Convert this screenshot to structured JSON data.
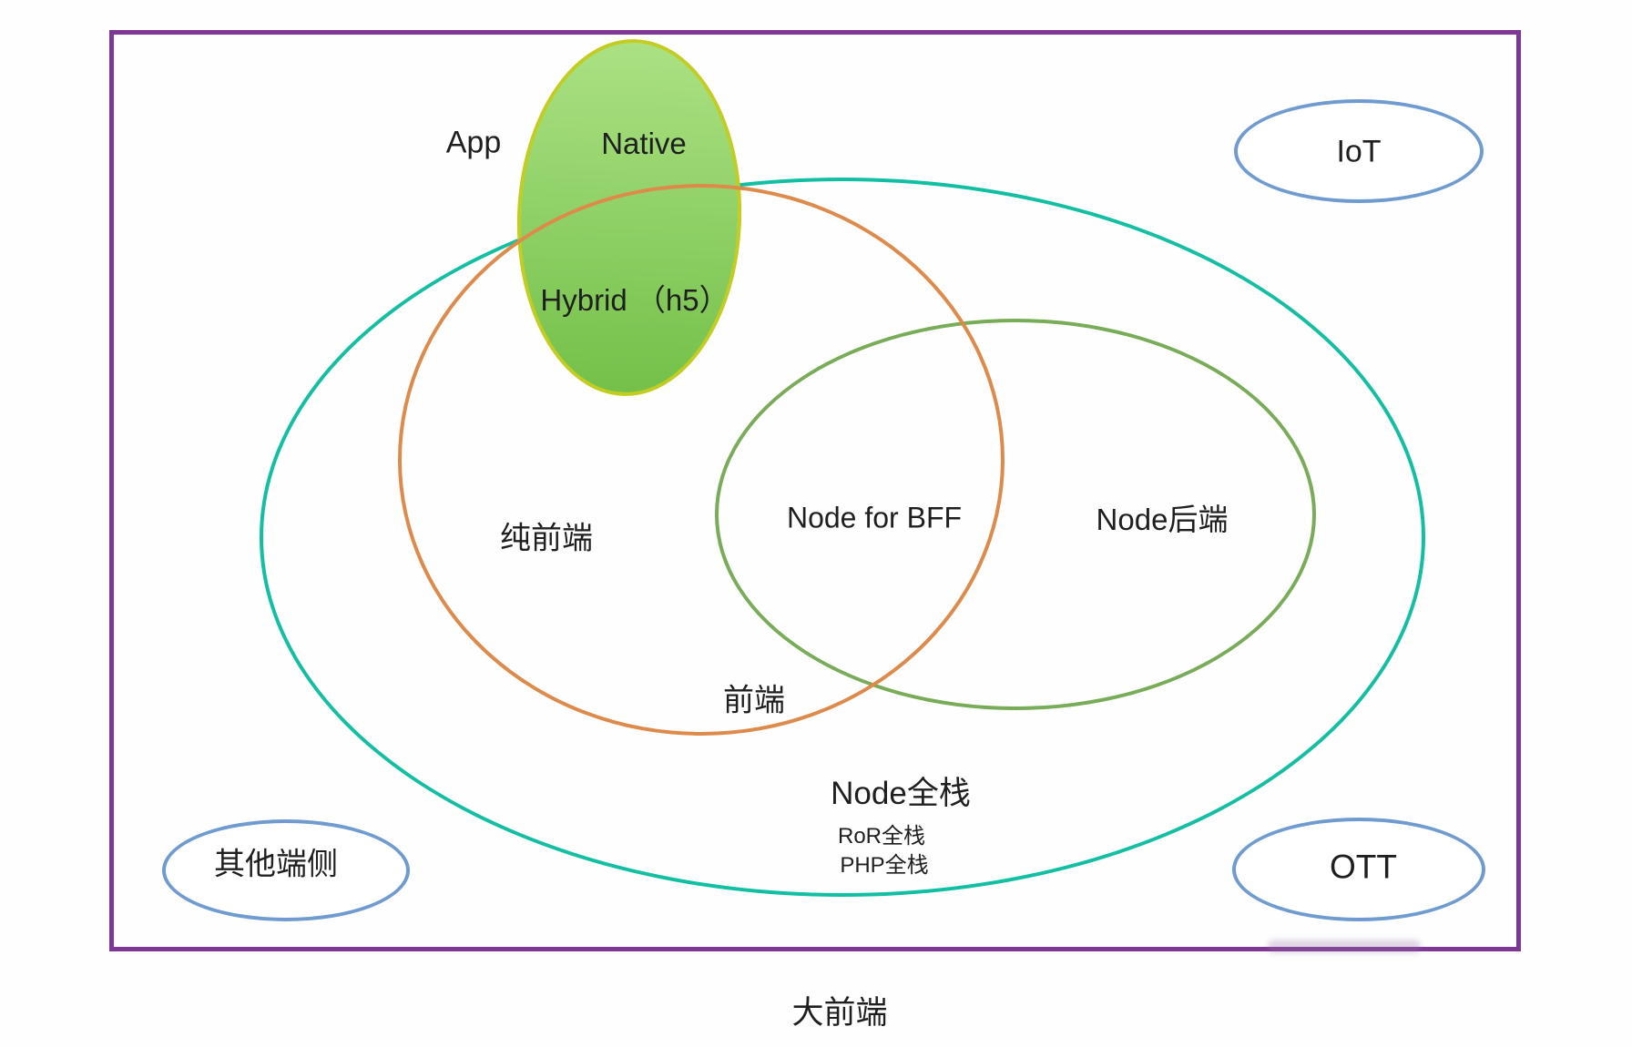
{
  "diagram": {
    "type": "venn-euler",
    "title": "大前端",
    "text_color": "#1f1f1f",
    "sets": {
      "big_frontend_rect": {
        "label": "大前端",
        "border": "#7e3794",
        "description": "outer rectangle containing all sets; label below rectangle"
      },
      "node_fullstack_ellipse": {
        "labels": {
          "main": "Node全栈",
          "ror": "RoR全栈",
          "php": "PHP全栈"
        },
        "border": "#12bfa2",
        "description": "large teal ellipse"
      },
      "frontend_ellipse": {
        "labels": {
          "main": "前端",
          "pure": "纯前端"
        },
        "border": "#de8a4a",
        "description": "orange ellipse inside teal, overlapping app and node-backend ellipses"
      },
      "node_backend_ellipse": {
        "label": "Node后端",
        "border": "#79ac58",
        "description": "green ellipse inside teal, overlapping orange ellipse"
      },
      "bff_intersection": {
        "label": "Node for BFF",
        "description": "label in overlap of orange frontend and green node-backend ellipses"
      },
      "app_ellipse": {
        "labels": {
          "outside": "App",
          "native": "Native",
          "hybrid": "Hybrid （h5）"
        },
        "border": "#c3cd21",
        "fill_top": "#abe183",
        "fill_bottom": "#74c04a",
        "description": "green-filled vertical ellipse at top; Native above orange boundary, Hybrid (h5) below it"
      },
      "iot_ellipse": {
        "label": "IoT",
        "border": "#6f9bd1"
      },
      "other_endpoints_ellipse": {
        "label": "其他端侧",
        "border": "#6f9bd1"
      },
      "ott_ellipse": {
        "label": "OTT",
        "border": "#6f9bd1"
      }
    }
  }
}
